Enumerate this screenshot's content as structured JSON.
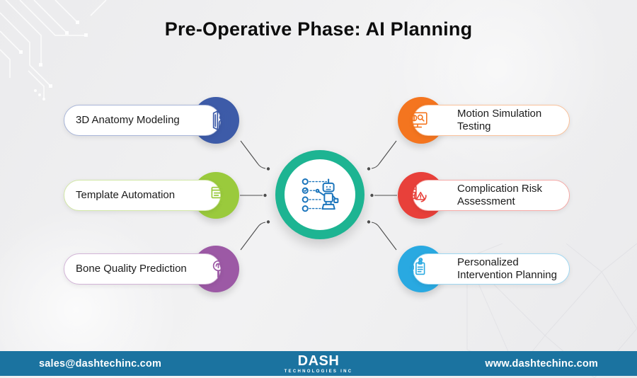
{
  "title": "Pre-Operative Phase: AI Planning",
  "colors": {
    "background": "#EDEDEE",
    "hub_ring": "#1DB492",
    "hub_icon_blue": "#1B75BC",
    "connector": "#4D4D4D",
    "footer_bar": "#1B73A0"
  },
  "hub": {
    "icon": "robot-planning-icon"
  },
  "items": [
    {
      "label": "3D Anatomy Modeling",
      "side": "left",
      "accent": "#3D5BA8",
      "icon": "body-scanner-icon"
    },
    {
      "label": "Template Automation",
      "side": "left",
      "accent": "#9ACA3C",
      "icon": "window-gears-icon"
    },
    {
      "label": "Bone Quality Prediction",
      "side": "left",
      "accent": "#9C59A5",
      "icon": "magnifier-network-icon"
    },
    {
      "label": "Motion Simulation Testing",
      "side": "right",
      "accent": "#F4751F",
      "icon": "monitor-simulation-icon"
    },
    {
      "label": "Complication Risk Assessment",
      "side": "right",
      "accent": "#E8403A",
      "icon": "checklist-warning-icon"
    },
    {
      "label": "Personalized Intervention Planning",
      "side": "right",
      "accent": "#29A9E1",
      "icon": "robot-checklist-icon"
    }
  ],
  "footer": {
    "email": "sales@dashtechinc.com",
    "logo_text": "DASH",
    "logo_subtext": "TECHNOLOGIES INC",
    "website": "www.dashtechinc.com"
  }
}
